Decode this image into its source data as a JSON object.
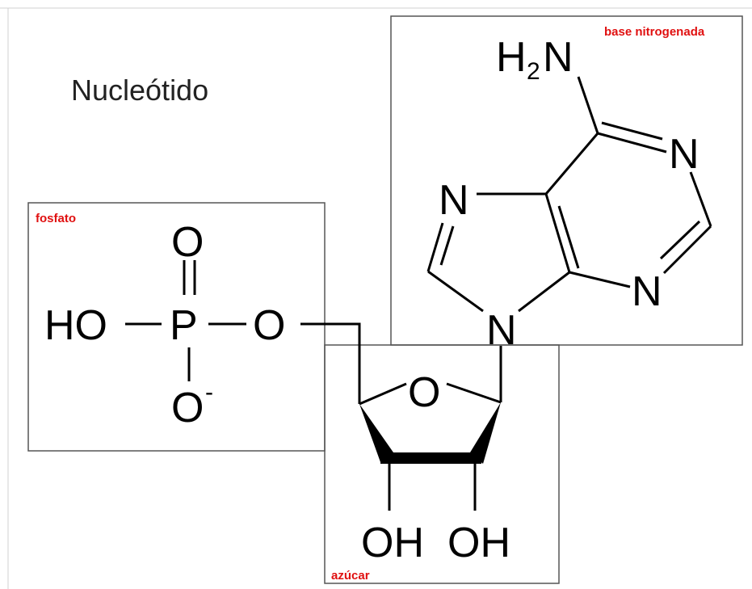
{
  "title": "Nucleótido",
  "colors": {
    "label": "#e01010",
    "box": "#555555",
    "bond": "#000000"
  },
  "boxes": {
    "fosfato": "fosfato",
    "base": "base nitrogenada",
    "azucar": "azúcar"
  },
  "atoms": {
    "phosphate_O_top": "O",
    "phosphate_HO": "HO",
    "phosphate_P": "P",
    "phosphate_O_bridge": "O",
    "phosphate_O_minus": "O",
    "phosphate_charge": "-",
    "base_H2N_H": "H",
    "base_H2N_2": "2",
    "base_H2N_N": "N",
    "base_N1": "N",
    "base_N3": "N",
    "base_N7": "N",
    "base_N9": "N",
    "sugar_O": "O",
    "sugar_OH1": "OH",
    "sugar_OH2": "OH"
  }
}
